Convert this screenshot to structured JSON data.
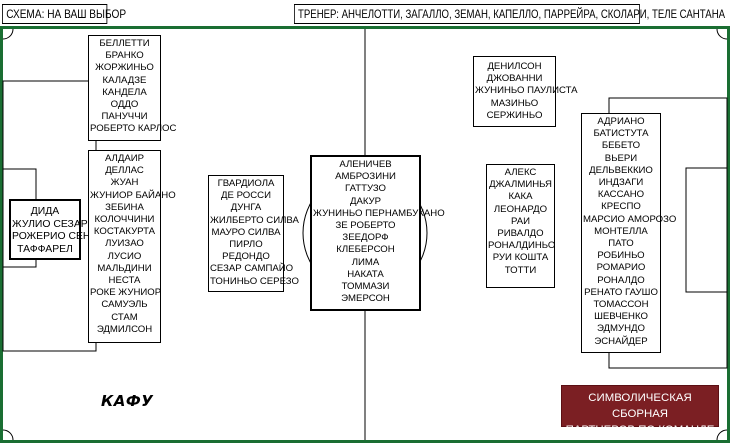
{
  "header": {
    "scheme": "СХЕМА: НА ВАШ ВЫБОР",
    "coaches": "ТРЕНЕР: АНЧЕЛОТТИ, ЗАГАЛЛО, ЗЕМАН, КАПЕЛЛО, ПАРРЕЙРА, СКОЛАРИ, ТЕЛЕ САНТАНА"
  },
  "colors": {
    "pitch_lines": "#1a6e32",
    "badge_bg": "#7b1f23"
  },
  "goalkeepers": [
    "ДИДА",
    "ЖУЛИО СЕЗАР",
    "РОЖЕРИО СЕНИ",
    "ТАФФАРЕЛ"
  ],
  "defenders_top": [
    "БЕЛЛЕТТИ",
    "БРАНКО",
    "ЖОРЖИНЬО",
    "КАЛАДЗЕ",
    "КАНДЕЛА",
    "ОДДО",
    "ПАНУЧЧИ",
    "РОБЕРТО КАРЛОС"
  ],
  "defenders_bottom": [
    "АЛДАИР",
    "ДЕЛЛАС",
    "ЖУАН",
    "ЖУНИОР БАЙАНО",
    "ЗЕБИНА",
    "КОЛОЧЧИНИ",
    "КОСТАКУРТА",
    "ЛУИЗАО",
    "ЛУСИО",
    "МАЛЬДИНИ",
    "НЕСТА",
    "РОКЕ ЖУНИОР",
    "САМУЭЛЬ",
    "СТАМ",
    "ЭДМИЛСОН"
  ],
  "defensive_mids": [
    "ГВАРДИОЛА",
    "ДЕ РОССИ",
    "ДУНГА",
    "ЖИЛБЕРТО СИЛВА",
    "МАУРО СИЛВА",
    "ПИРЛО",
    "РЕДОНДО",
    "СЕЗАР САМПАЙО",
    "ТОНИНЬО СЕРЕЗО"
  ],
  "midfielders": [
    "АЛЕНИЧЕВ",
    "АМБРОЗИНИ",
    "ГАТТУЗО",
    "ДАКУР",
    "ЖУНИНЬО ПЕРНАМБУКАНО",
    "ЗЕ РОБЕРТО",
    "ЗЕЕДОРФ",
    "КЛЕБЕРСОН",
    "ЛИМА",
    "НАКАТА",
    "ТОММАЗИ",
    "ЭМЕРСОН"
  ],
  "attacking_mids": [
    "ДЕНИЛСОН",
    "ДЖОВАННИ",
    "ЖУНИНЬО ПАУЛИСТА",
    "МАЗИНЬО",
    "СЕРЖИНЬО"
  ],
  "forwards_a": [
    "АЛЕКС",
    "ДЖАЛМИНЬЯ",
    "КАКА",
    "ЛЕОНАРДО",
    "РАИ",
    "РИВАЛДО",
    "РОНАЛДИНЬО",
    "РУИ КОШТА",
    "ТОТТИ"
  ],
  "forwards_b": [
    "АДРИАНО",
    "БАТИСТУТА",
    "БЕБЕТО",
    "ВЬЕРИ",
    "ДЕЛЬВЕККИО",
    "ИНДЗАГИ",
    "КАССАНО",
    "КРЕСПО",
    "МАРСИО АМОРОЗО",
    "МОНТЕЛЛА",
    "ПАТО",
    "РОБИНЬО",
    "РОМАРИО",
    "РОНАЛДО",
    "РЕНАТО ГАУШО",
    "ТОМАССОН",
    "ШЕВЧЕНКО",
    "ЭДМУНДО",
    "ЭСНАЙДЕР"
  ],
  "captain_label": "КАФУ",
  "badge": {
    "line1": "СИМВОЛИЧЕСКАЯ СБОРНАЯ",
    "line2": "ПАРТНЕРОВ ПО КОМАНДЕ"
  }
}
